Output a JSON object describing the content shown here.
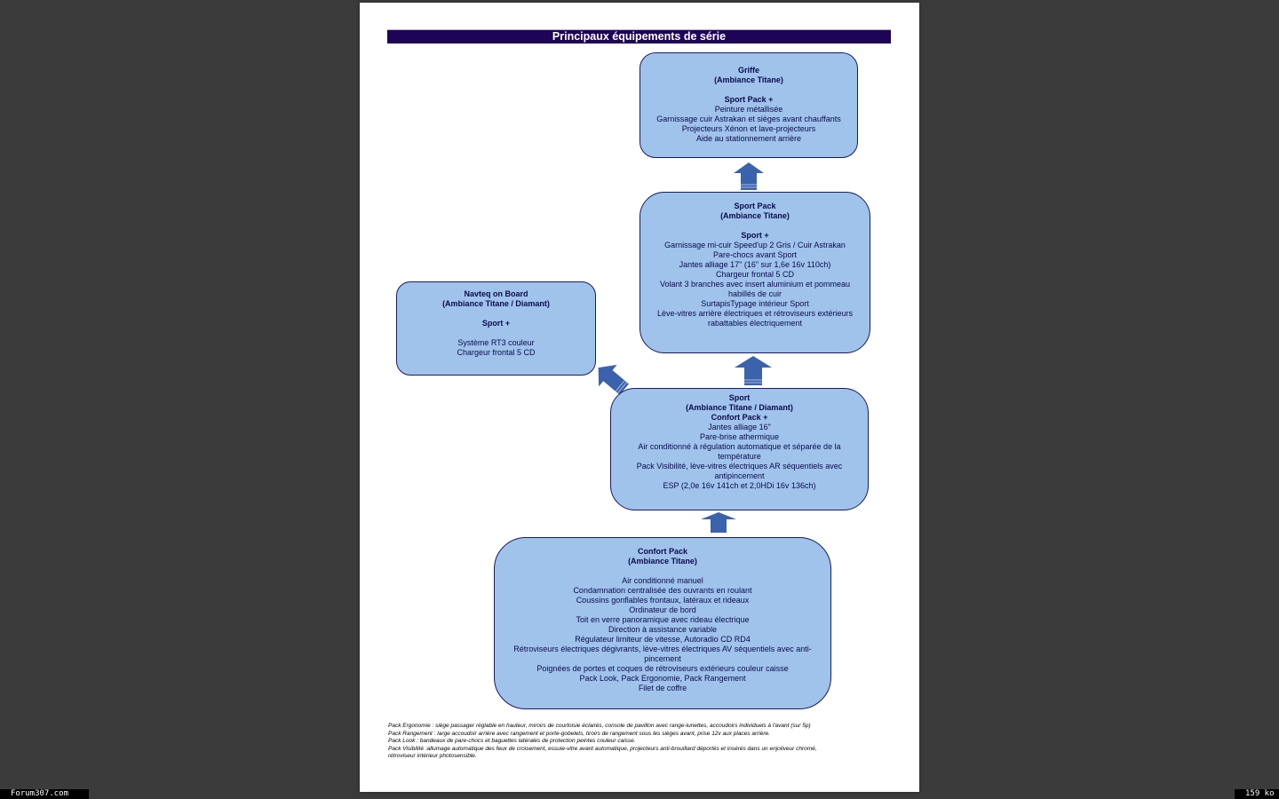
{
  "viewer": {
    "site_label": "Forum307.com",
    "file_size": "159 ko"
  },
  "document": {
    "title": "Principaux équipements de série",
    "boxes": {
      "griffe": {
        "name": "Griffe",
        "ambiance": "(Ambiance Titane)",
        "base": "Sport Pack +",
        "items": [
          "Peinture métallisée",
          "Garnissage cuir Astrakan et sièges avant chauffants",
          "Projecteurs Xénon et lave-projecteurs",
          "Aide au stationnement arrière"
        ]
      },
      "sport_pack": {
        "name": "Sport Pack",
        "ambiance": "(Ambiance Titane)",
        "base": "Sport +",
        "items": [
          "Garnissage mi-cuir Speed'up 2 Gris / Cuir Astrakan",
          "Pare-chocs avant Sport",
          "Jantes alliage 17\" (16\" sur 1,6e 16v 110ch)",
          "Chargeur frontal 5 CD",
          "Volant 3 branches avec insert aluminium et pommeau habillés de cuir",
          "SurtapisTypage intérieur Sport",
          "Lève-vitres arrière électriques et rétroviseurs extérieurs rabattables électriquement"
        ]
      },
      "navteq": {
        "name": "Navteq on Board",
        "ambiance": "(Ambiance Titane / Diamant)",
        "base": "Sport +",
        "items": [
          "Système RT3 couleur",
          "Chargeur frontal 5 CD"
        ]
      },
      "sport": {
        "name": "Sport",
        "ambiance": "(Ambiance Titane / Diamant)",
        "base": "Confort Pack +",
        "items": [
          "Jantes alliage 16\"",
          "Pare-brise athermique",
          "Air conditionné à régulation automatique et séparée de la température",
          "Pack Visibilité, lève-vitres électriques AR séquentiels avec antipincement",
          "ESP (2,0e 16v 141ch et 2,0HDi 16v 136ch)"
        ]
      },
      "confort_pack": {
        "name": "Confort Pack",
        "ambiance": "(Ambiance Titane)",
        "items": [
          "Air conditionné manuel",
          "Condamnation centralisée des ouvrants en roulant",
          "Coussins gonflables frontaux, latéraux et rideaux",
          "Ordinateur de bord",
          "Toit en verre panoramique avec rideau électrique",
          "Direction à assistance variable",
          "Régulateur limiteur de vitesse, Autoradio CD RD4",
          "Rétroviseurs électriques dégivrants, lève-vitres électriques AV séquentiels avec anti-pincement",
          "Poignées de portes et coques de rétroviseurs extérieurs couleur caisse",
          "Pack Look, Pack Ergonomie, Pack Rangement",
          "Filet de coffre"
        ]
      }
    },
    "notes": [
      "Pack Ergonomie : siège passager réglable en hauteur, miroirs de courtoisie éclairés, console de pavillon avec range-lunettes, accoudoirs individuels à l'avant (sur 5p)",
      "Pack Rangement : large accoudoir arrière avec rangement et porte-gobelets, tiroirs de rangement sous les sièges avant, prise 12v aux places arrière.",
      "Pack Look : bandeaux de pare-chocs et baguettes latérales de protection peintes couleur caisse.",
      "Pack Visibilité :allumage automatique des feux de croisement, essuie-vitre avant automatique, projecteurs anti-brouillard déportés et insérés dans un enjoliveur chromé,",
      "rétroviseur intérieur photosensible."
    ]
  },
  "colors": {
    "box_fill": "#9fc3ea",
    "box_border": "#1b1a63",
    "title_bar": "#1e0456",
    "arrow": "#3a62ad"
  }
}
